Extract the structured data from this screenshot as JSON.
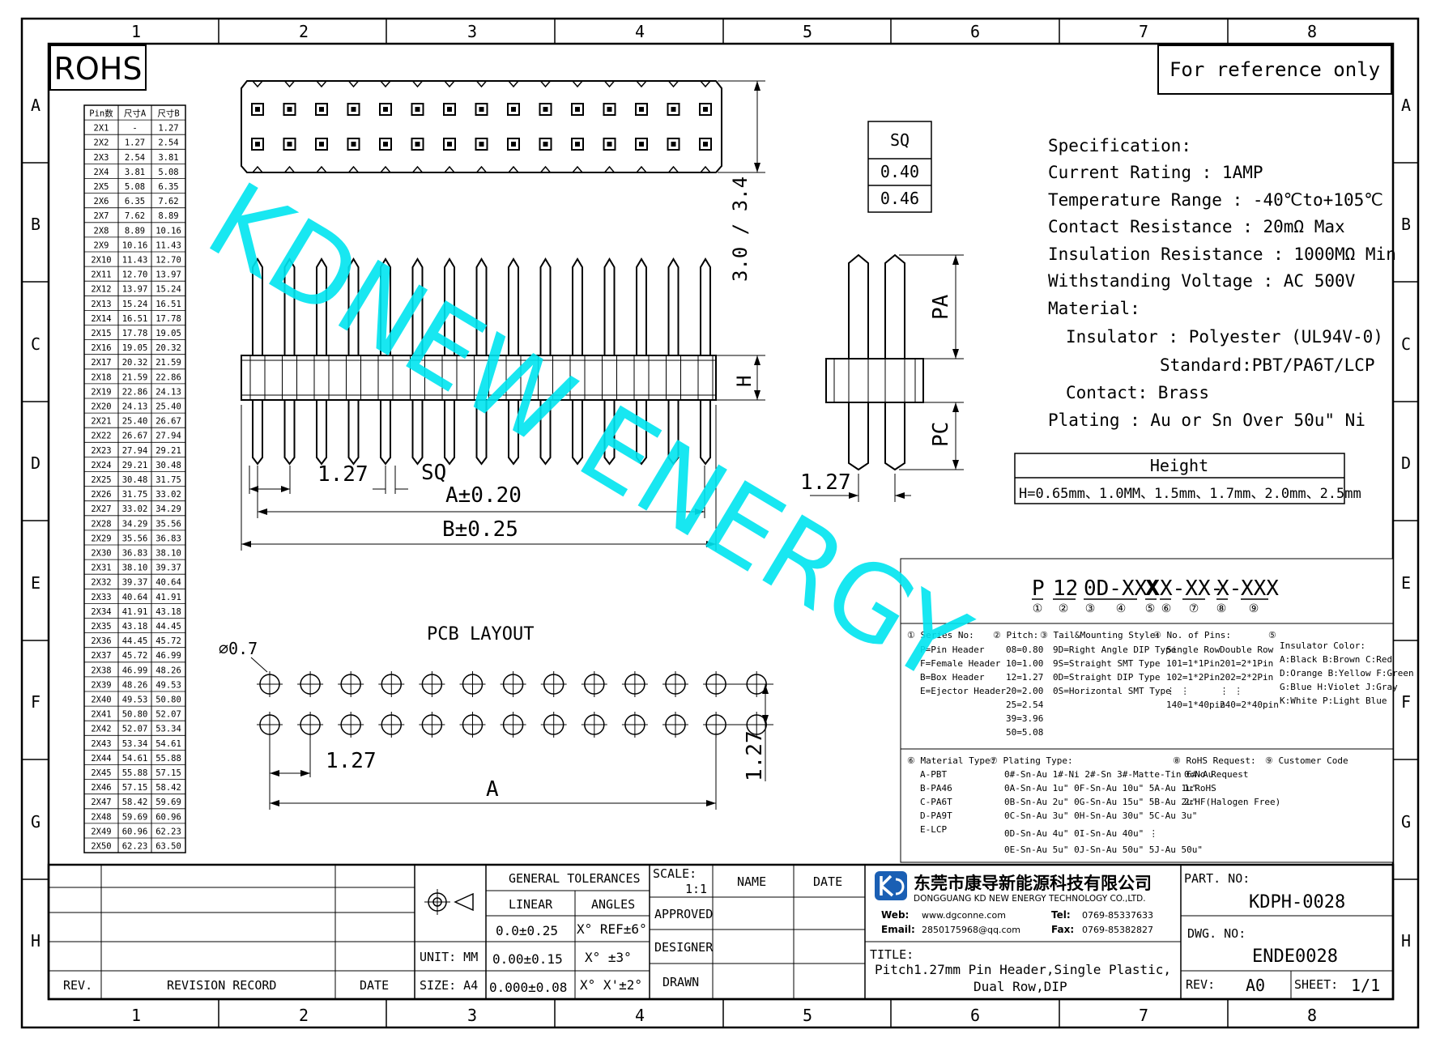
{
  "frame": {
    "col_labels": [
      "1",
      "2",
      "3",
      "4",
      "5",
      "6",
      "7",
      "8"
    ],
    "row_labels": [
      "A",
      "B",
      "C",
      "D",
      "E",
      "F",
      "G",
      "H"
    ]
  },
  "rohs": "ROHS",
  "reference": "For reference only",
  "watermark": "KDNEW ENERGY",
  "pin_table": {
    "headers": [
      "Pin数",
      "尺寸A",
      "尺寸B"
    ],
    "rows": [
      [
        "2X1",
        "-",
        "1.27"
      ],
      [
        "2X2",
        "1.27",
        "2.54"
      ],
      [
        "2X3",
        "2.54",
        "3.81"
      ],
      [
        "2X4",
        "3.81",
        "5.08"
      ],
      [
        "2X5",
        "5.08",
        "6.35"
      ],
      [
        "2X6",
        "6.35",
        "7.62"
      ],
      [
        "2X7",
        "7.62",
        "8.89"
      ],
      [
        "2X8",
        "8.89",
        "10.16"
      ],
      [
        "2X9",
        "10.16",
        "11.43"
      ],
      [
        "2X10",
        "11.43",
        "12.70"
      ],
      [
        "2X11",
        "12.70",
        "13.97"
      ],
      [
        "2X12",
        "13.97",
        "15.24"
      ],
      [
        "2X13",
        "15.24",
        "16.51"
      ],
      [
        "2X14",
        "16.51",
        "17.78"
      ],
      [
        "2X15",
        "17.78",
        "19.05"
      ],
      [
        "2X16",
        "19.05",
        "20.32"
      ],
      [
        "2X17",
        "20.32",
        "21.59"
      ],
      [
        "2X18",
        "21.59",
        "22.86"
      ],
      [
        "2X19",
        "22.86",
        "24.13"
      ],
      [
        "2X20",
        "24.13",
        "25.40"
      ],
      [
        "2X21",
        "25.40",
        "26.67"
      ],
      [
        "2X22",
        "26.67",
        "27.94"
      ],
      [
        "2X23",
        "27.94",
        "29.21"
      ],
      [
        "2X24",
        "29.21",
        "30.48"
      ],
      [
        "2X25",
        "30.48",
        "31.75"
      ],
      [
        "2X26",
        "31.75",
        "33.02"
      ],
      [
        "2X27",
        "33.02",
        "34.29"
      ],
      [
        "2X28",
        "34.29",
        "35.56"
      ],
      [
        "2X29",
        "35.56",
        "36.83"
      ],
      [
        "2X30",
        "36.83",
        "38.10"
      ],
      [
        "2X31",
        "38.10",
        "39.37"
      ],
      [
        "2X32",
        "39.37",
        "40.64"
      ],
      [
        "2X33",
        "40.64",
        "41.91"
      ],
      [
        "2X34",
        "41.91",
        "43.18"
      ],
      [
        "2X35",
        "43.18",
        "44.45"
      ],
      [
        "2X36",
        "44.45",
        "45.72"
      ],
      [
        "2X37",
        "45.72",
        "46.99"
      ],
      [
        "2X38",
        "46.99",
        "48.26"
      ],
      [
        "2X39",
        "48.26",
        "49.53"
      ],
      [
        "2X40",
        "49.53",
        "50.80"
      ],
      [
        "2X41",
        "50.80",
        "52.07"
      ],
      [
        "2X42",
        "52.07",
        "53.34"
      ],
      [
        "2X43",
        "53.34",
        "54.61"
      ],
      [
        "2X44",
        "54.61",
        "55.88"
      ],
      [
        "2X45",
        "55.88",
        "57.15"
      ],
      [
        "2X46",
        "57.15",
        "58.42"
      ],
      [
        "2X47",
        "58.42",
        "59.69"
      ],
      [
        "2X48",
        "59.69",
        "60.96"
      ],
      [
        "2X49",
        "60.96",
        "62.23"
      ],
      [
        "2X50",
        "62.23",
        "63.50"
      ]
    ]
  },
  "dims": {
    "pitch": "1.27",
    "sq": "SQ",
    "a_tol": "A±0.20",
    "b_tol": "B±0.25",
    "height_dim": "3.0 / 3.4",
    "h": "H",
    "pa": "PA",
    "pc": "PC",
    "side_pitch": "1.27",
    "pcb_title": "PCB LAYOUT",
    "hole": "⌀0.7",
    "pcb_pitch": "1.27",
    "pcb_a": "A",
    "pcb_row_pitch": "1.27"
  },
  "sq_table": {
    "header": "SQ",
    "values": [
      "0.40",
      "0.46"
    ]
  },
  "specs": [
    "Specification:",
    "Current Rating : 1AMP",
    "Temperature Range : -40℃to+105℃",
    "Contact Resistance : 20mΩ Max",
    "Insulation Resistance : 1000MΩ Min",
    "Withstanding Voltage : AC 500V",
    "Material:",
    "Insulator : Polyester (UL94V-0)",
    "Standard:PBT/PA6T/LCP",
    "Contact: Brass",
    "Plating : Au or Sn Over 50u\" Ni"
  ],
  "height_table": {
    "header": "Height",
    "value": "H=0.65mm、1.0MM、1.5mm、1.7mm、2.0mm、2.5mm"
  },
  "part_code": {
    "segments": [
      "P",
      "12",
      "0D-XXX",
      "X",
      "X-XX-",
      "X-",
      "XXX"
    ],
    "circled": [
      "①",
      "②",
      "③",
      "④",
      "⑤",
      "⑥",
      "⑦",
      "⑧",
      "⑨"
    ]
  },
  "legend": {
    "series": [
      "① Series No:",
      "P=Pin Header",
      "F=Female Header",
      "B=Box Header",
      "E=Ejector Header"
    ],
    "pitch": [
      "② Pitch:",
      "08=0.80",
      "10=1.00",
      "12=1.27",
      "20=2.00",
      "25=2.54",
      "39=3.96",
      "50=5.08"
    ],
    "tail": [
      "③ Tail&Mounting Style:",
      "9D=Right Angle DIP Type",
      "9S=Straight SMT Type",
      "0D=Straight DIP Type",
      "0S=Horizontal SMT Type"
    ],
    "pins": [
      "④ No. of Pins:",
      "Single Row",
      "101=1*1Pin",
      "102=1*2Pin",
      "⋮    ⋮",
      "140=1*40pin"
    ],
    "pins2": [
      "Double Row",
      "201=2*1Pin",
      "202=2*2Pin",
      "⋮    ⋮",
      "240=2*40pin"
    ],
    "color": [
      "⑤",
      "Insulator Color:",
      "A:Black  B:Brown  C:Red",
      "D:Orange B:Yellow F:Green",
      "G:Blue   H:Violet J:Gray",
      "K:White  P:Light Blue"
    ],
    "material": [
      "⑥ Material Type:",
      "A-PBT",
      "B-PA46",
      "C-PA6T",
      "D-PA9T",
      "E-LCP"
    ],
    "plating": [
      "⑦ Plating Type:",
      "0#-Sn-Au 1#-Ni 2#-Sn 3#-Matte-Tin 6#-Au",
      "0A-Sn-Au 1u\" 0F-Sn-Au 10u\"  5A-Au 1u\"",
      "0B-Sn-Au 2u\" 0G-Sn-Au 15u\"  5B-Au 2u\"",
      "0C-Sn-Au 3u\" 0H-Sn-Au 30u\"  5C-Au 3u\"",
      "0D-Sn-Au 4u\" 0I-Sn-Au 40u\"     ⋮",
      "0E-Sn-Au 5u\" 0J-Sn-Au 50u\"  5J-Au 50u\""
    ],
    "rohs_req": [
      "⑧ RoHS Request:",
      "0:No Request",
      "1:RoHS",
      "2:HF(Halogen Free)"
    ],
    "customer": [
      "⑨ Customer Code"
    ]
  },
  "title_block": {
    "rev": "REV.",
    "revision_record": "REVISION RECORD",
    "date": "DATE",
    "general_tol": "GENERAL TOLERANCES",
    "linear": "LINEAR",
    "angles": "ANGLES",
    "lin1": "0.0±0.25",
    "lin2": "0.00±0.15",
    "lin3": "0.000±0.08",
    "ang1": "X° REF±6°",
    "ang2": "X° ±3°",
    "ang3": "X° X'±2°",
    "unit": "UNIT: MM",
    "size": "SIZE: A4",
    "scale_label": "SCALE:",
    "scale_value": "1:1",
    "name": "NAME",
    "date2": "DATE",
    "approved": "APPROVED",
    "designer": "DESIGNER",
    "drawn": "DRAWN",
    "company_cn": "东莞市康导新能源科技有限公司",
    "company_en": "DONGGUANG KD NEW ENERGY TECHNOLOGY CO.,LTD.",
    "web_label": "Web:",
    "web": "www.dgconne.com",
    "email_label": "Email:",
    "email": "2850175968@qq.com",
    "tel_label": "Tel:",
    "tel": "0769-85337633",
    "fax_label": "Fax:",
    "fax": "0769-85382827",
    "title_label": "TITLE:",
    "title1": "Pitch1.27mm Pin Header,Single Plastic,",
    "title2": "Dual Row,DIP",
    "part_label": "PART. NO:",
    "part_no": "KDPH-0028",
    "dwg_label": "DWG. NO:",
    "dwg_no": "ENDE0028",
    "rev_label": "REV:",
    "rev_value": "A0",
    "sheet_label": "SHEET:",
    "sheet_value": "1/1"
  },
  "colors": {
    "watermark": "#00e5f0",
    "logo": "#1a5fb4"
  }
}
